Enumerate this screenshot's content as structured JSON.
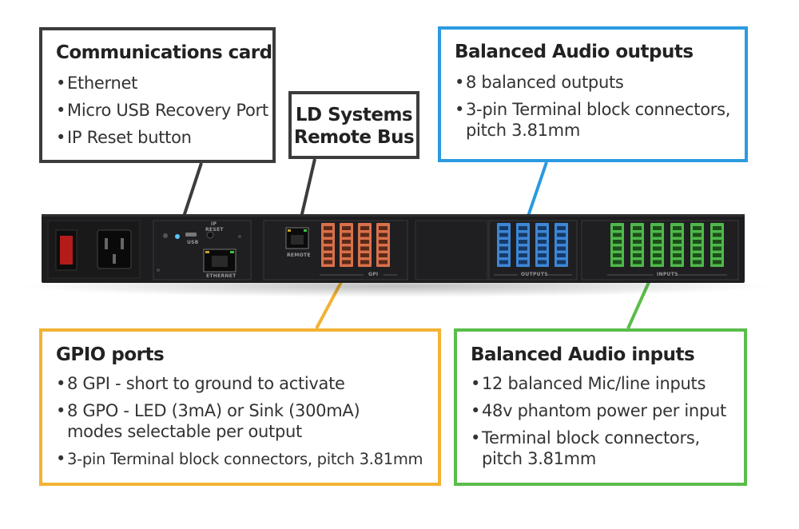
{
  "callouts": {
    "comm": {
      "title": "Communications card",
      "items": [
        "Ethernet",
        "Micro USB Recovery Port",
        "IP Reset button"
      ],
      "color": "#3c3c3c"
    },
    "remote": {
      "title_line1": "LD Systems",
      "title_line2": "Remote Bus",
      "color": "#3c3c3c"
    },
    "outputs": {
      "title": "Balanced Audio outputs",
      "item1": "8 balanced outputs",
      "item2_line1": "3-pin Terminal block connectors,",
      "item2_line2": "pitch 3.81mm",
      "color": "#2b9ae0"
    },
    "gpio": {
      "title": "GPIO ports",
      "item1": "8 GPI - short to ground to activate",
      "item2_line1": "8 GPO - LED (3mA) or Sink (300mA)",
      "item2_line2": "modes selectable per output",
      "item3": "3-pin Terminal block connectors, pitch 3.81mm",
      "color": "#f2b233"
    },
    "inputs": {
      "title": "Balanced Audio inputs",
      "item1": "12 balanced Mic/line inputs",
      "item2": "48v phantom power per input",
      "item3_line1": "Terminal block connectors,",
      "item3_line2": "pitch 3.81mm",
      "color": "#5bbd4a"
    }
  },
  "device": {
    "labels": {
      "usb": "USB",
      "ip_reset_1": "IP",
      "ip_reset_2": "RESET",
      "ethernet": "ETHERNET",
      "remote": "REMOTE",
      "gpi": "GPI",
      "outputs": "OUTPUTS",
      "inputs": "INPUTS"
    },
    "connectors": {
      "gpio_count": 4,
      "output_count": 4,
      "input_count": 6
    }
  }
}
